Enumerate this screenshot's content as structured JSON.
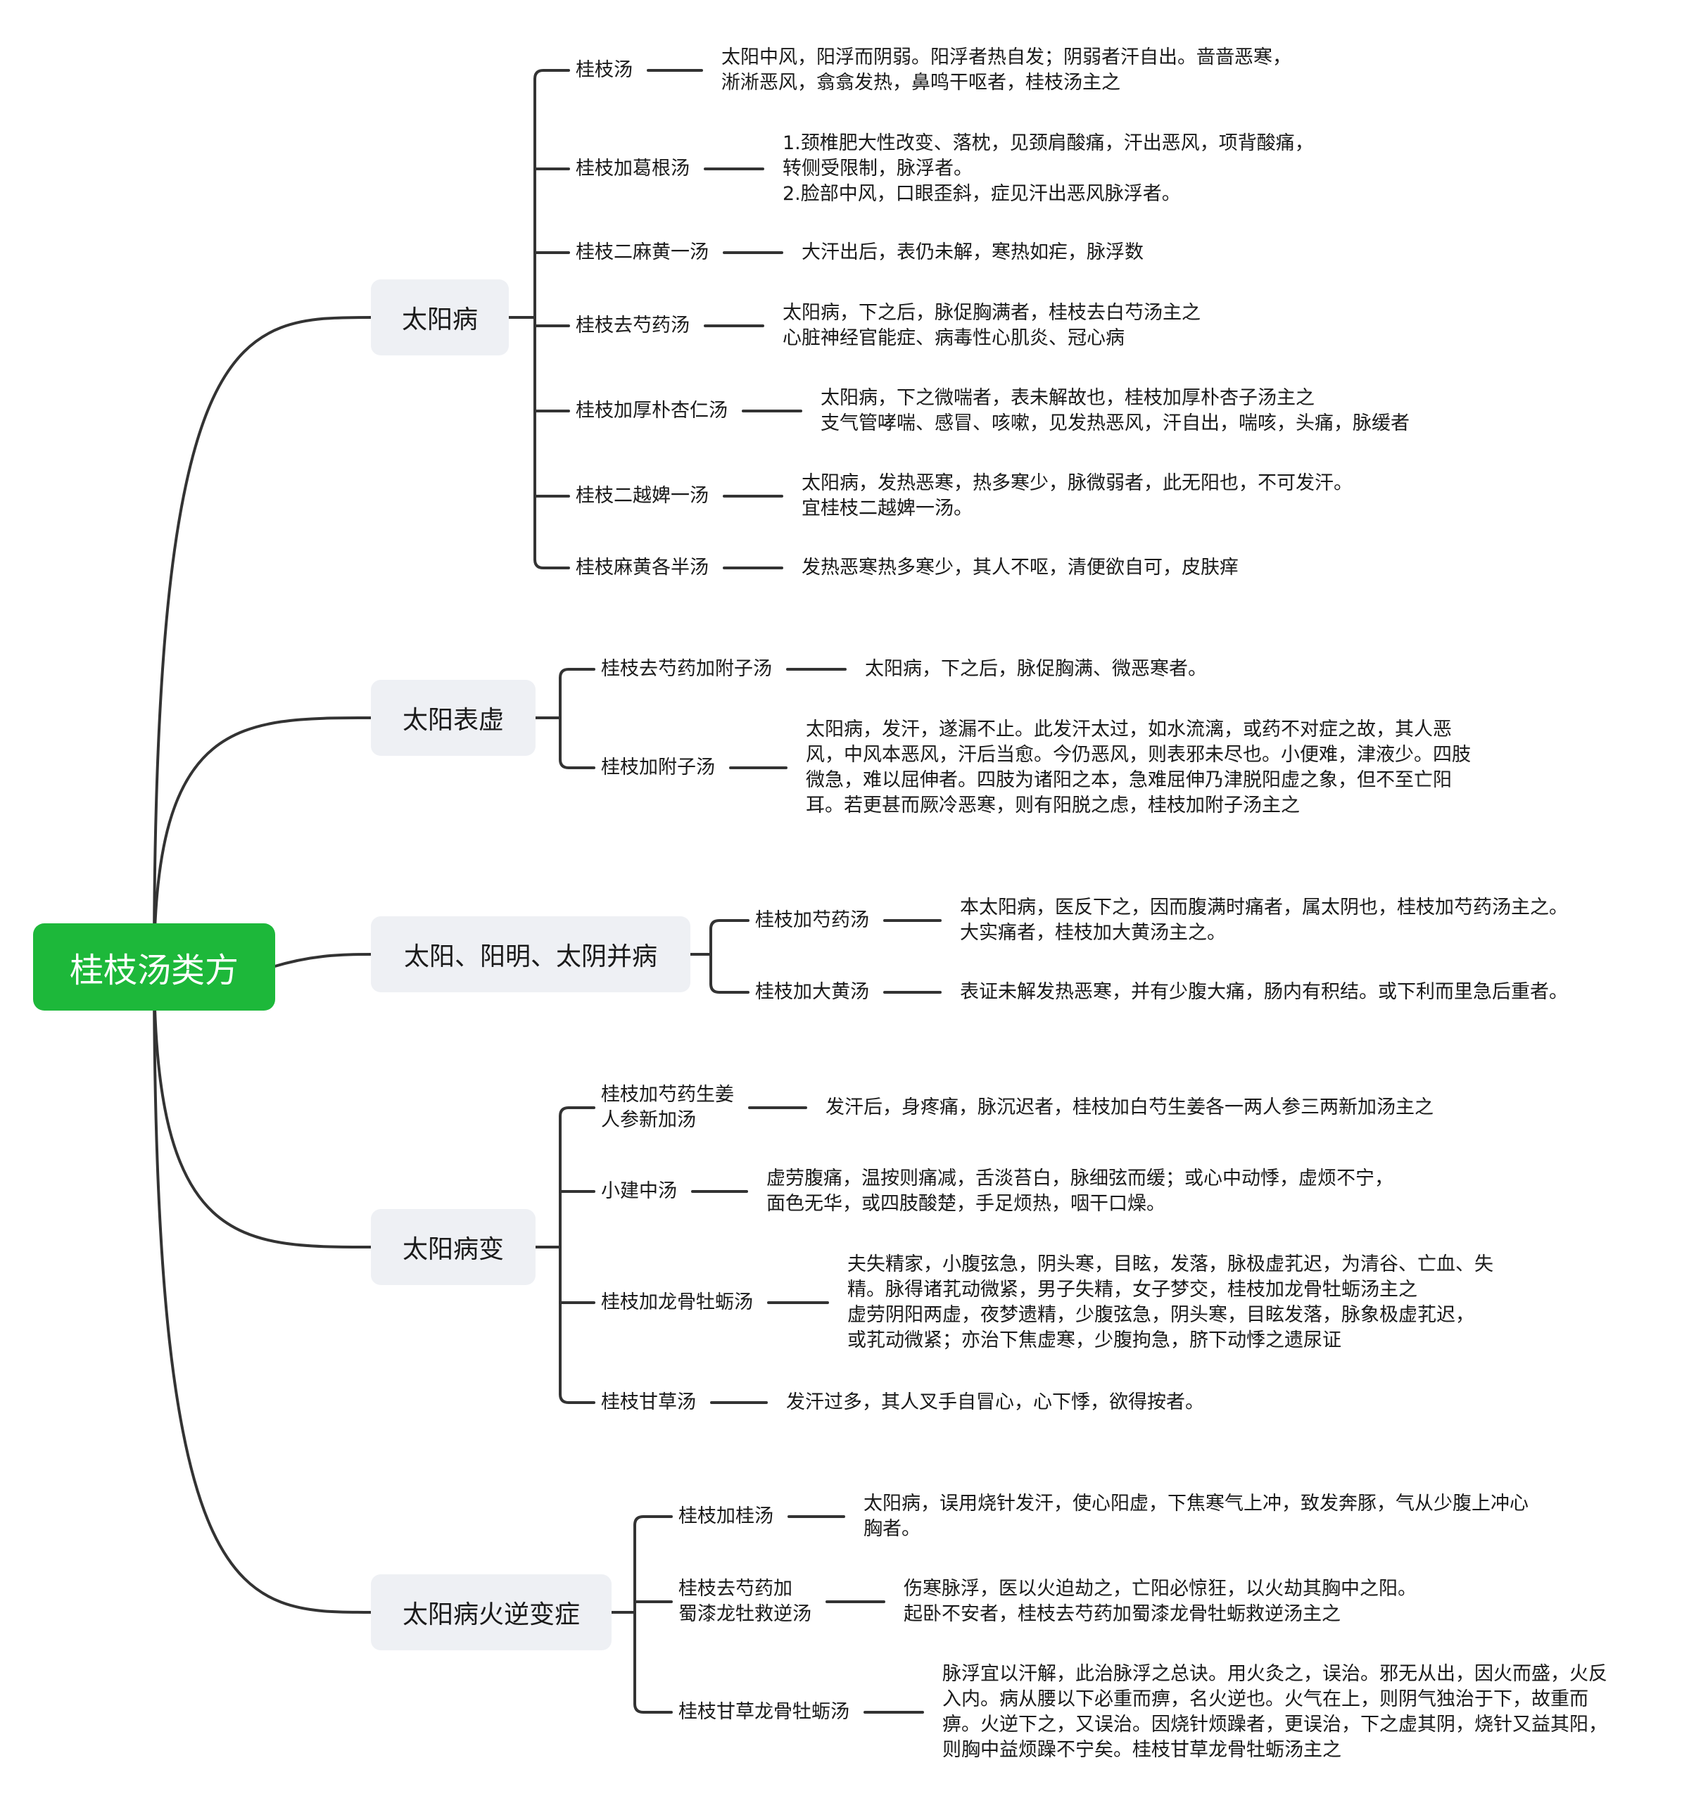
{
  "root": {
    "title": "桂枝汤类方"
  },
  "categories": [
    {
      "name": "太阳病",
      "items": [
        {
          "name": [
            "桂枝汤"
          ],
          "desc": [
            "太阳中风，阳浮而阴弱。阳浮者热自发；阴弱者汗自出。啬啬恶寒，",
            "淅淅恶风，翕翕发热，鼻鸣干呕者，桂枝汤主之"
          ]
        },
        {
          "name": [
            "桂枝加葛根汤"
          ],
          "desc": [
            "1.颈椎肥大性改变、落枕，见颈肩酸痛，汗出恶风，项背酸痛，",
            "转侧受限制，脉浮者。",
            "2.脸部中风，口眼歪斜，症见汗出恶风脉浮者。"
          ]
        },
        {
          "name": [
            "桂枝二麻黄一汤"
          ],
          "desc": [
            "大汗出后，表仍未解，寒热如疟，脉浮数"
          ]
        },
        {
          "name": [
            "桂枝去芍药汤"
          ],
          "desc": [
            "太阳病，下之后，脉促胸满者，桂枝去白芍汤主之",
            "心脏神经官能症、病毒性心肌炎、冠心病"
          ]
        },
        {
          "name": [
            "桂枝加厚朴杏仁汤"
          ],
          "desc": [
            "太阳病，下之微喘者，表未解故也，桂枝加厚朴杏子汤主之",
            "支气管哮喘、感冒、咳嗽，见发热恶风，汗自出，喘咳，头痛，脉缓者"
          ]
        },
        {
          "name": [
            "桂枝二越婢一汤"
          ],
          "desc": [
            "太阳病，发热恶寒，热多寒少，脉微弱者，此无阳也，不可发汗。",
            "宜桂枝二越婢一汤。"
          ]
        },
        {
          "name": [
            "桂枝麻黄各半汤"
          ],
          "desc": [
            "发热恶寒热多寒少，其人不呕，清便欲自可，皮肤痒"
          ]
        }
      ]
    },
    {
      "name": "太阳表虚",
      "items": [
        {
          "name": [
            "桂枝去芍药加附子汤"
          ],
          "desc": [
            "太阳病，下之后，脉促胸满、微恶寒者。"
          ]
        },
        {
          "name": [
            "桂枝加附子汤"
          ],
          "desc": [
            "太阳病，发汗，遂漏不止。此发汗太过，如水流漓，或药不对症之故，其人恶",
            "风，中风本恶风，汗后当愈。今仍恶风，则表邪未尽也。小便难，津液少。四肢",
            "微急，难以屈伸者。四肢为诸阳之本，急难屈伸乃津脱阳虚之象，但不至亡阳",
            "耳。若更甚而厥冷恶寒，则有阳脱之虑，桂枝加附子汤主之"
          ]
        }
      ]
    },
    {
      "name": "太阳、阳明、太阴并病",
      "items": [
        {
          "name": [
            "桂枝加芍药汤"
          ],
          "desc": [
            "本太阳病，医反下之，因而腹满时痛者，属太阴也，桂枝加芍药汤主之。",
            "大实痛者，桂枝加大黄汤主之。"
          ]
        },
        {
          "name": [
            "桂枝加大黄汤"
          ],
          "desc": [
            "表证未解发热恶寒，并有少腹大痛，肠内有积结。或下利而里急后重者。"
          ]
        }
      ]
    },
    {
      "name": "太阳病变",
      "items": [
        {
          "name": [
            "桂枝加芍药生姜",
            "人参新加汤"
          ],
          "desc": [
            "发汗后，身疼痛，脉沉迟者，桂枝加白芍生姜各一两人参三两新加汤主之"
          ]
        },
        {
          "name": [
            "小建中汤"
          ],
          "desc": [
            "虚劳腹痛，温按则痛减，舌淡苔白，脉细弦而缓；或心中动悸，虚烦不宁，",
            "面色无华，或四肢酸楚，手足烦热，咽干口燥。"
          ]
        },
        {
          "name": [
            "桂枝加龙骨牡蛎汤"
          ],
          "desc": [
            "夫失精家，小腹弦急，阴头寒，目眩，发落，脉极虚芤迟，为清谷、亡血、失",
            "精。脉得诸芤动微紧，男子失精，女子梦交，桂枝加龙骨牡蛎汤主之",
            "虚劳阴阳两虚，夜梦遗精，少腹弦急，阴头寒，目眩发落，脉象极虚芤迟，",
            "或芤动微紧；亦治下焦虚寒，少腹拘急，脐下动悸之遗尿证"
          ]
        },
        {
          "name": [
            "桂枝甘草汤"
          ],
          "desc": [
            "发汗过多，其人叉手自冒心，心下悸，欲得按者。"
          ]
        }
      ]
    },
    {
      "name": "太阳病火逆变症",
      "items": [
        {
          "name": [
            "桂枝加桂汤"
          ],
          "desc": [
            "太阳病，误用烧针发汗，使心阳虚，下焦寒气上冲，致发奔豚，气从少腹上冲心",
            "胸者。"
          ]
        },
        {
          "name": [
            "桂枝去芍药加",
            "蜀漆龙牡救逆汤"
          ],
          "desc": [
            "伤寒脉浮，医以火迫劫之，亡阳必惊狂，以火劫其胸中之阳。",
            "起卧不安者，桂枝去芍药加蜀漆龙骨牡蛎救逆汤主之"
          ]
        },
        {
          "name": [
            "桂枝甘草龙骨牡蛎汤"
          ],
          "desc": [
            "脉浮宜以汗解，此治脉浮之总诀。用火灸之，误治。邪无从出，因火而盛，火反",
            "入内。病从腰以下必重而痹，名火逆也。火气在上，则阴气独治于下，故重而",
            "痹。火逆下之，又误治。因烧针烦躁者，更误治，下之虚其阴，烧针又益其阳，",
            "则胸中益烦躁不宁矣。桂枝甘草龙骨牡蛎汤主之"
          ]
        }
      ]
    }
  ]
}
